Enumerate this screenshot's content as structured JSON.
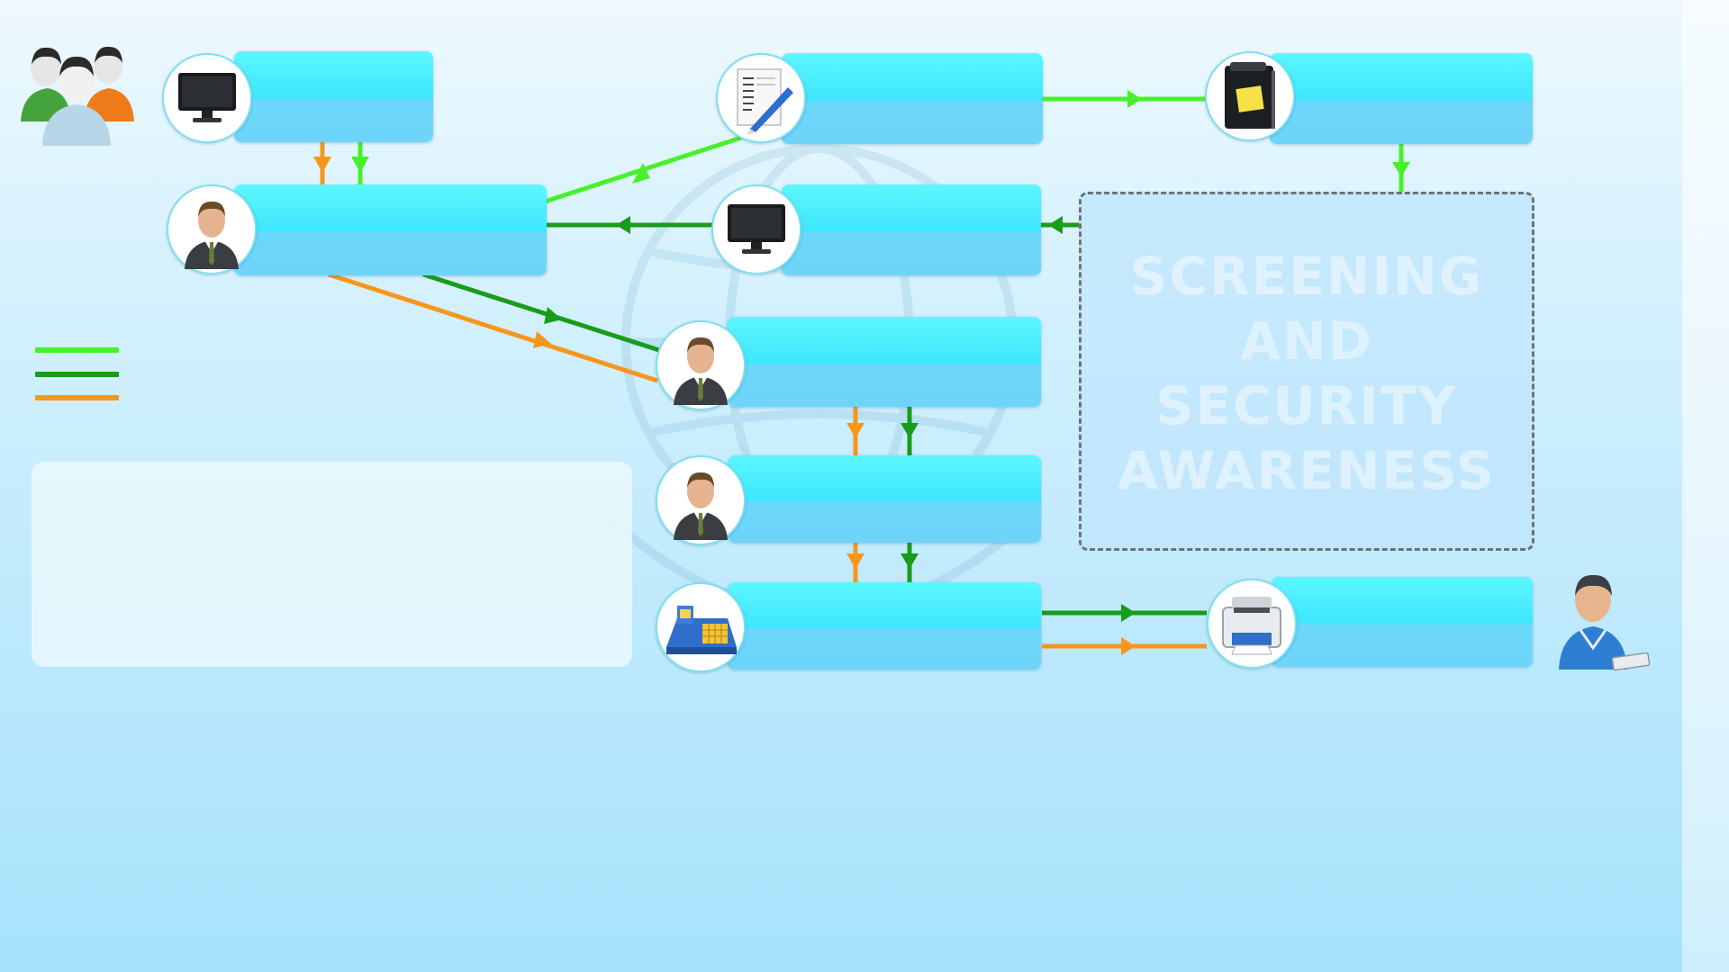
{
  "colors": {
    "light_green": "#48f02c",
    "dark_green": "#189c1a",
    "orange": "#f8961c",
    "bar_top": "#5cf7ff",
    "bar_bottom": "#6fd4fa"
  },
  "users_icon": "user-group-icon",
  "staff_icon": "staff-badge-icon",
  "nodes": [
    {
      "id": "monitor-top",
      "icon": "monitor-icon",
      "label": ""
    },
    {
      "id": "manager",
      "icon": "businessman-icon",
      "label": ""
    },
    {
      "id": "form",
      "icon": "form-pen-icon",
      "label": ""
    },
    {
      "id": "folder",
      "icon": "folder-icon",
      "label": ""
    },
    {
      "id": "monitor-mid",
      "icon": "monitor-icon",
      "label": ""
    },
    {
      "id": "officer-1",
      "icon": "businessman-icon",
      "label": ""
    },
    {
      "id": "officer-2",
      "icon": "businessman-icon",
      "label": ""
    },
    {
      "id": "card-machine",
      "icon": "card-machine-icon",
      "label": ""
    },
    {
      "id": "printer",
      "icon": "printer-icon",
      "label": ""
    }
  ],
  "screening": {
    "line1": "SCREENING",
    "line2": "AND",
    "line3": "SECURITY",
    "line4": "AWARENESS"
  },
  "legend": [
    {
      "color": "#48f02c",
      "label": ""
    },
    {
      "color": "#189c1a",
      "label": ""
    },
    {
      "color": "#f8961c",
      "label": ""
    }
  ],
  "notes": {
    "text": ""
  }
}
